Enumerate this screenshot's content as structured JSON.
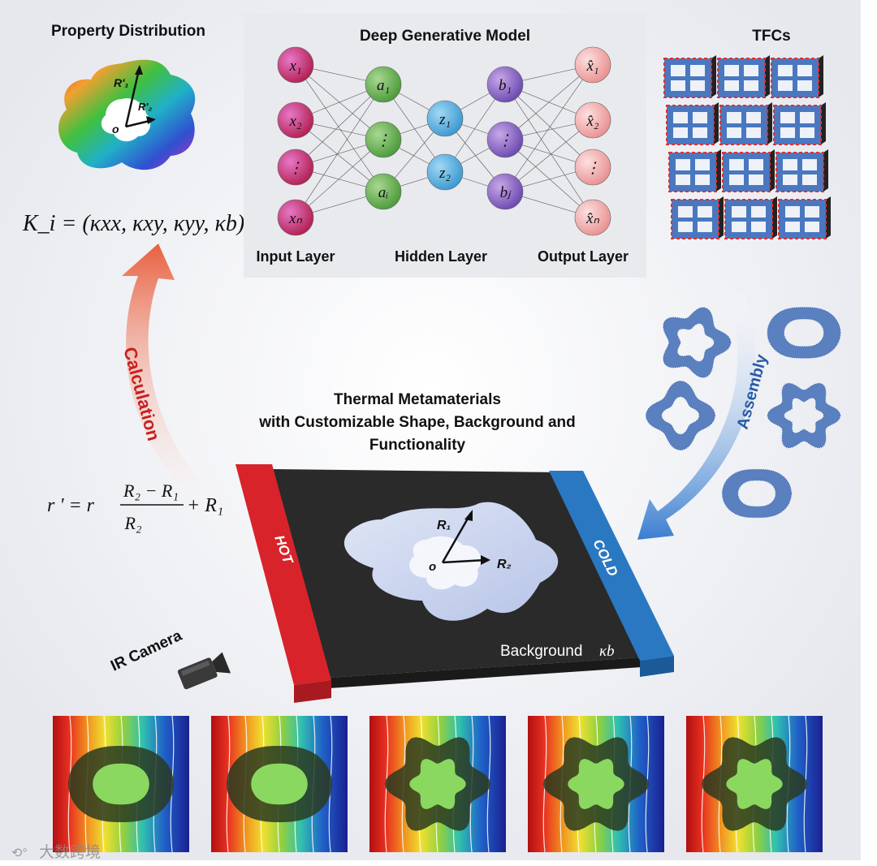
{
  "property_panel": {
    "title": "Property Distribution",
    "r1_label": "R'₁",
    "r2_label": "R'₂",
    "origin_label": "o",
    "formula_k": "K_i = (κxx, κxy, κyy, κb)"
  },
  "network": {
    "title": "Deep Generative Model",
    "input_nodes": [
      "x₁",
      "x₂",
      "⋮",
      "xₙ"
    ],
    "hidden_a_nodes": [
      "a₁",
      "⋮",
      "aᵢ"
    ],
    "latent_nodes": [
      "z₁",
      "z₂"
    ],
    "hidden_b_nodes": [
      "b₁",
      "⋮",
      "bⱼ"
    ],
    "output_nodes": [
      "x̂₁",
      "x̂₂",
      "⋮",
      "x̂ₙ"
    ],
    "input_label": "Input Layer",
    "hidden_label": "Hidden Layer",
    "output_label": "Output Layer"
  },
  "tfc_panel": {
    "title": "TFCs"
  },
  "arrows": {
    "calculation": "Calculation",
    "assembly": "Assembly"
  },
  "formula_r": {
    "lhs": "r ' = r",
    "num": "R₂ − R₁",
    "den": "R₂",
    "tail": "+ R₁"
  },
  "center": {
    "title_lines": [
      "Thermal Metamaterials",
      "with Customizable Shape, Background and",
      "Functionality"
    ],
    "hot_label": "HOT",
    "cold_label": "COLD",
    "r1_label": "R₁",
    "r2_label": "R₂",
    "origin_label": "o",
    "background_label": "Background",
    "background_symbol": "κb"
  },
  "camera": {
    "label": "IR Camera"
  },
  "watermark": {
    "text": "大数跨境"
  },
  "colors": {
    "hot": "#d8232a",
    "cold": "#2a78c2",
    "tfc_blue": "#4a78c0",
    "dashed_red": "#e03030"
  }
}
